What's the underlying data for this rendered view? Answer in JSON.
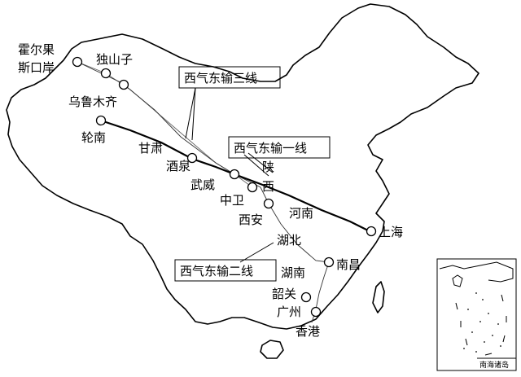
{
  "labels": {
    "horgos": [
      "霍尔果",
      "斯口岸"
    ],
    "dushanzi": "独山子",
    "urumqi": "乌鲁木齐",
    "lunnan": "轮南",
    "gansu": "甘肃",
    "jiuquan": "酒泉",
    "wuwei": "武威",
    "zhongwei": "中卫",
    "shaan": "陕",
    "xi": "西",
    "xian": "西安",
    "henan": "河南",
    "shanghai": "上海",
    "hubei": "湖北",
    "hunan": "湖南",
    "nanchang": "南昌",
    "shaoguan": "韶关",
    "guangzhou": "广州",
    "hongkong": "香港"
  },
  "pipelines": {
    "line1": "西气东输一线",
    "line2": "西气东输二线",
    "line3": "西气东输三线"
  },
  "inset": {
    "title": "南海诸岛"
  }
}
